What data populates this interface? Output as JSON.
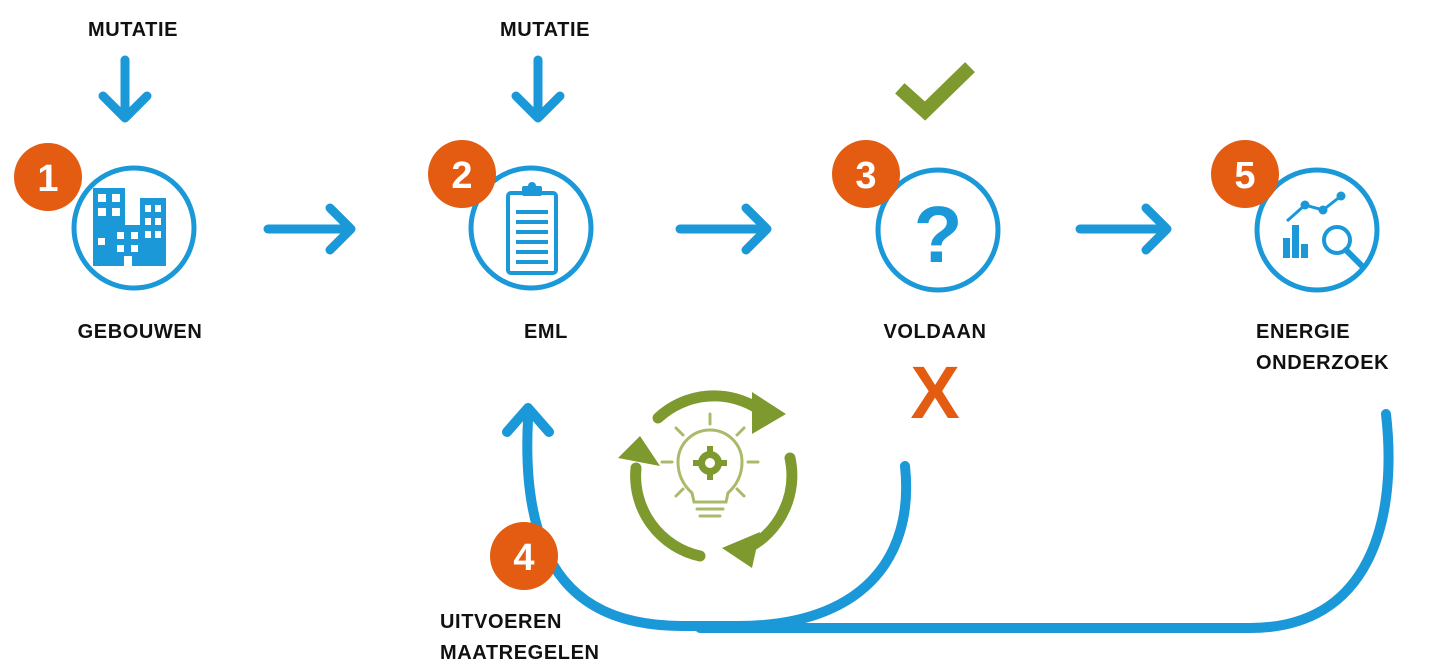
{
  "colors": {
    "blue": "#1a98d8",
    "orange": "#e35c12",
    "green": "#7e9a2e",
    "light_green": "#a9bb6a",
    "text": "#111111"
  },
  "mutations": [
    {
      "label": "MUTATIE",
      "icon": "down-arrow-icon"
    },
    {
      "label": "MUTATIE",
      "icon": "down-arrow-icon"
    }
  ],
  "steps": [
    {
      "number": "1",
      "label": "GEBOUWEN",
      "icon": "buildings-icon"
    },
    {
      "number": "2",
      "label": "EML",
      "icon": "clipboard-icon"
    },
    {
      "number": "3",
      "label": "VOLDAAN",
      "icon": "question-icon",
      "glyph": "?"
    },
    {
      "number": "4",
      "label_line1": "UITVOEREN",
      "label_line2": "MAATREGELEN",
      "icon": "lightbulb-cycle-icon"
    },
    {
      "number": "5",
      "label_line1": "ENERGIE",
      "label_line2": "ONDERZOEK",
      "icon": "analytics-icon"
    }
  ],
  "outcomes": {
    "yes": {
      "icon": "checkmark-icon"
    },
    "no": {
      "glyph": "X",
      "icon": "x-mark-icon"
    }
  },
  "flows": [
    {
      "from": "1",
      "to": "2",
      "icon": "right-arrow-icon"
    },
    {
      "from": "2",
      "to": "3",
      "icon": "right-arrow-icon"
    },
    {
      "from": "3",
      "to": "5",
      "icon": "right-arrow-icon"
    },
    {
      "from": "3",
      "to": "2",
      "via": "4",
      "icon": "return-arrow-icon"
    },
    {
      "from": "5",
      "to": "2",
      "via": "4",
      "icon": "return-arrow-icon"
    }
  ]
}
